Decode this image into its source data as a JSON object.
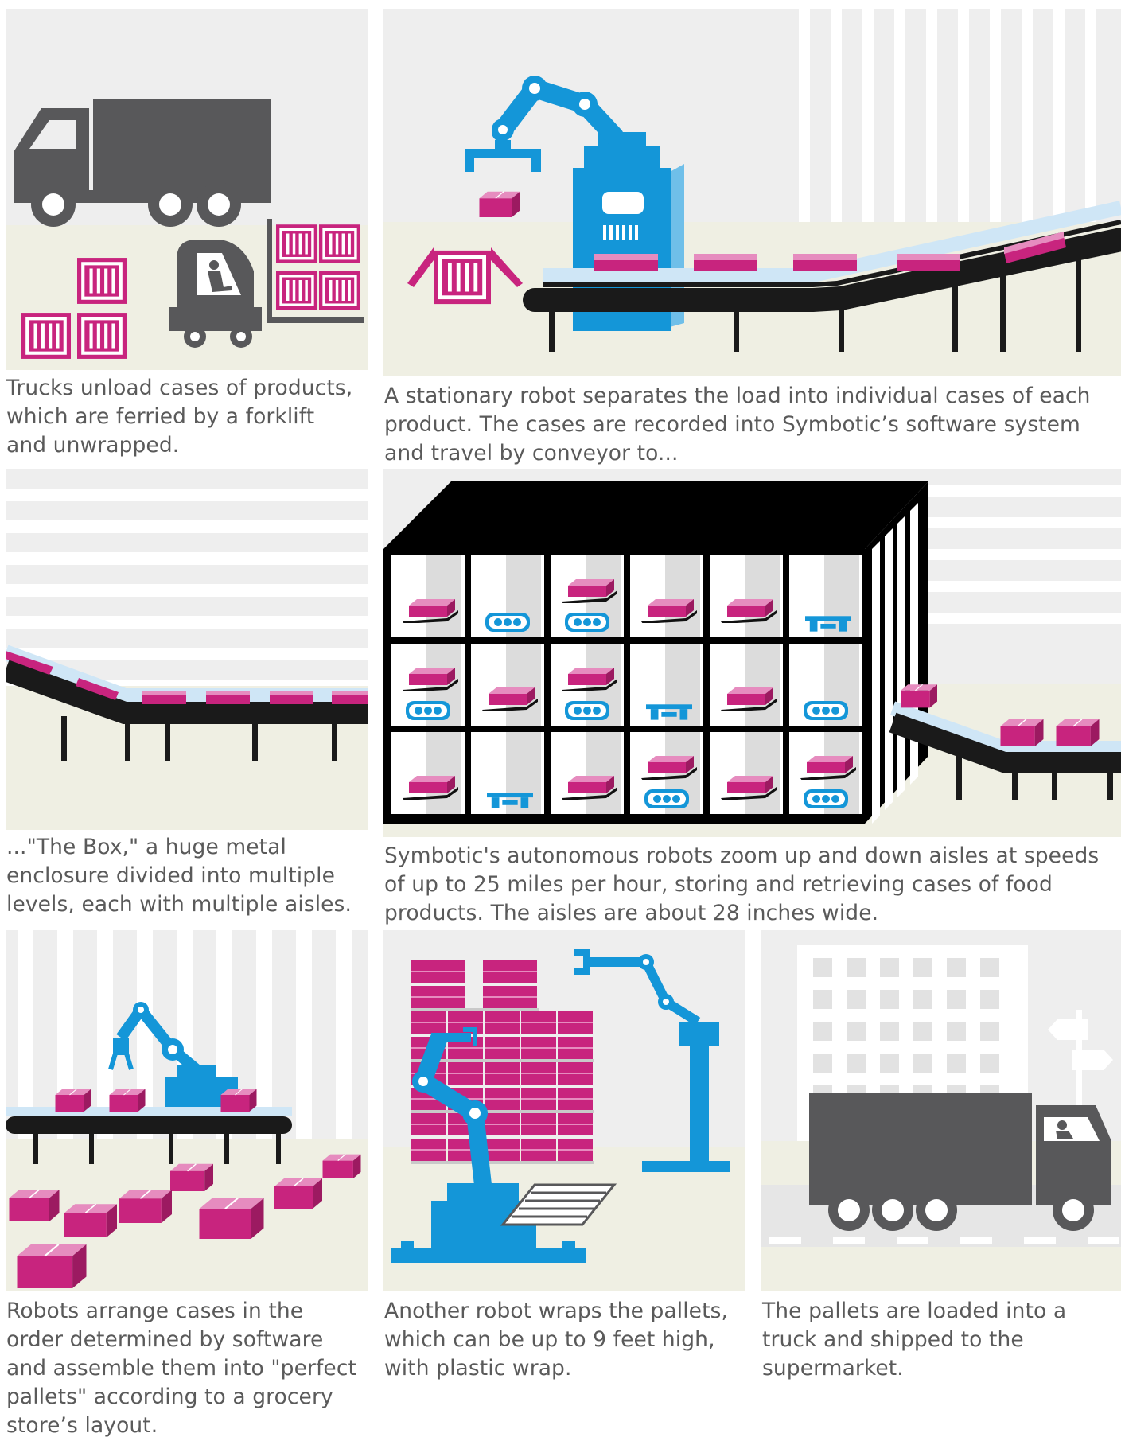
{
  "steps": [
    {
      "caption": "Trucks unload cases of products, which are ferried by a forklift and unwrapped."
    },
    {
      "caption": "A stationary robot separates the load into individual cases of each product. The cases are recorded into Symbotic’s software system and travel by conveyor to..."
    },
    {
      "caption": "...\"The Box,\" a huge metal enclosure divided into multiple levels, each with multiple aisles."
    },
    {
      "caption": "Symbotic's autonomous robots zoom up and down aisles at speeds of up to 25 miles per hour, storing and retrieving cases of food products. The aisles are about 28 inches wide."
    },
    {
      "caption": "Robots arrange cases in the order determined by software and assemble them into \"perfect pallets\" according to a grocery store’s layout."
    },
    {
      "caption": "Another robot wraps the pallets, which can be up to 9 feet high, with plastic wrap."
    },
    {
      "caption": "The pallets are loaded into a truck and shipped to the supermarket."
    }
  ],
  "colors": {
    "case": "#c8247e",
    "robot": "#1496d8",
    "vehicle": "#58585a",
    "belt": "#1a1a1a",
    "floor": "#efefe3",
    "sky": "#eeeeee",
    "caption_text": "#5a5a5a"
  },
  "icons": [
    "truck-icon",
    "forklift-icon",
    "robot-arm-icon",
    "conveyor-icon",
    "shuttle-robot-icon",
    "storage-box-icon",
    "pallet-icon",
    "signpost-icon",
    "building-icon"
  ]
}
